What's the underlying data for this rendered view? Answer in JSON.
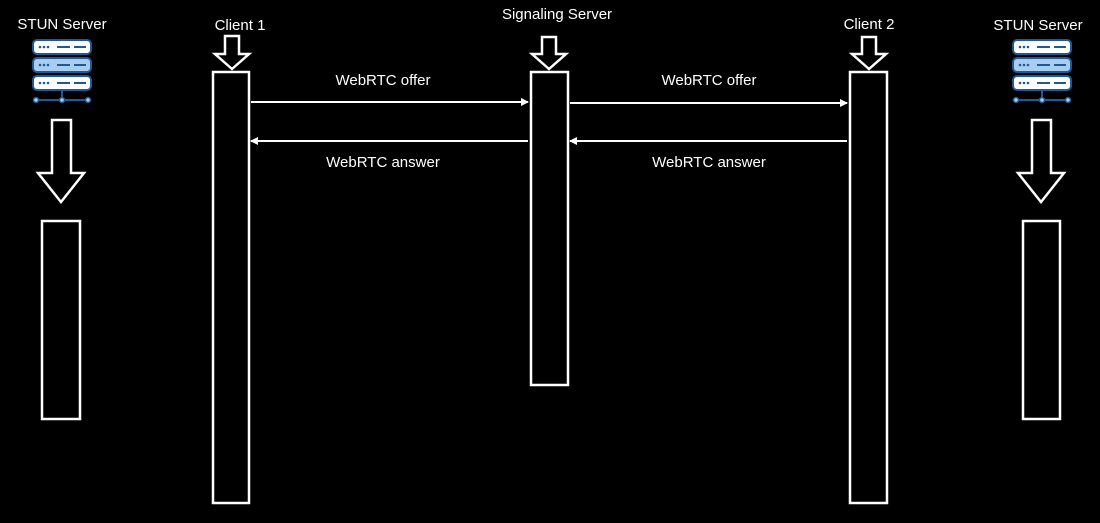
{
  "participants": {
    "stun_left": "STUN Server",
    "client1": "Client 1",
    "signaling": "Signaling Server",
    "client2": "Client 2",
    "stun_right": "STUN Server"
  },
  "messages": [
    {
      "label": "WebRTC offer",
      "from": "Client 1",
      "to": "Signaling Server"
    },
    {
      "label": "WebRTC answer",
      "from": "Signaling Server",
      "to": "Client 1"
    },
    {
      "label": "WebRTC offer",
      "from": "Signaling Server",
      "to": "Client 2"
    },
    {
      "label": "WebRTC answer",
      "from": "Client 2",
      "to": "Signaling Server"
    }
  ],
  "colors": {
    "background": "#000000",
    "foreground": "#ffffff",
    "server_icon": "#1e5a96",
    "server_icon_fill": "#a9cdf0"
  }
}
